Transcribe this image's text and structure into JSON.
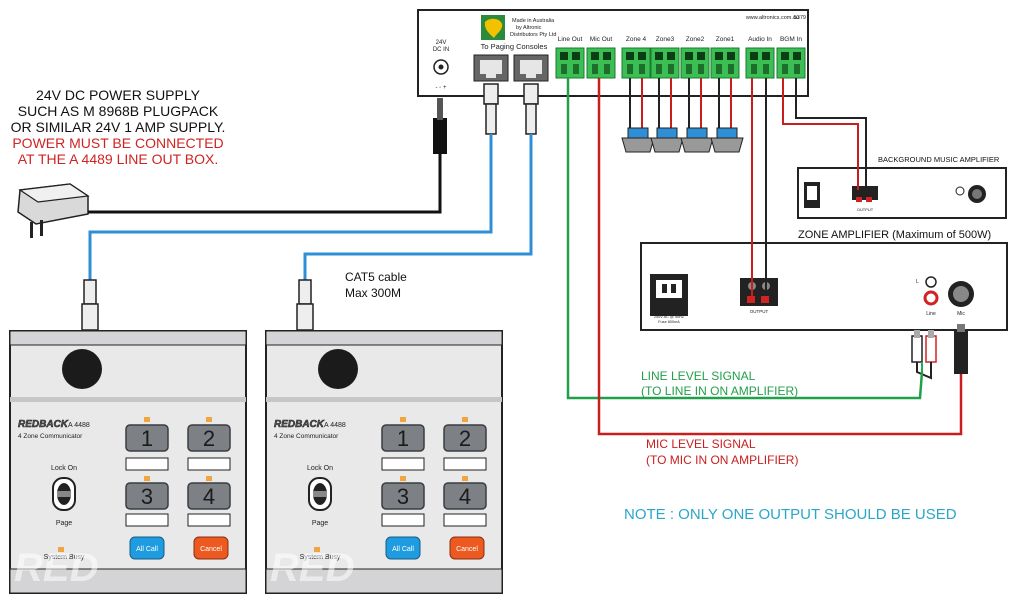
{
  "power_note": {
    "lines_black": [
      "24V DC POWER SUPPLY",
      "SUCH AS M 8968B PLUGPACK",
      "OR SIMILAR 24V 1 AMP SUPPLY."
    ],
    "lines_red": [
      "POWER MUST BE CONNECTED",
      "AT THE A 4489 LINE OUT BOX."
    ]
  },
  "line_out_box": {
    "dc_label_1": "24V",
    "dc_label_2": "DC IN",
    "made_in_1": "Made in Australia",
    "made_in_2": "by Altronic",
    "made_in_3": "Distributors Pty Ltd",
    "to_consoles": "To Paging Consoles",
    "website": "www.altronics.com.au",
    "model": "5379",
    "terminals": [
      "Line Out",
      "Mic Out",
      "Zone 4",
      "Zone3",
      "Zone2",
      "Zone1",
      "Audio In",
      "BGM In"
    ]
  },
  "cable_note": {
    "line1": "CAT5 cable",
    "line2": "Max 300M"
  },
  "bgm_amp": {
    "title": "BACKGROUND MUSIC AMPLIFIER",
    "output_label": "OUTPUT"
  },
  "zone_amp": {
    "title": "ZONE AMPLIFIER (Maximum of 500W)",
    "mains_label_1": "240V AC @ 50HZ",
    "mains_label_2": "Fuse 800mA",
    "output_label": "OUTPUT",
    "line_label": "Line",
    "mic_label": "Mic",
    "l_label": "L"
  },
  "signals": {
    "line_1": "LINE LEVEL SIGNAL",
    "line_2": "(TO LINE IN ON AMPLIFIER)",
    "mic_1": "MIC LEVEL SIGNAL",
    "mic_2": "(TO MIC IN ON AMPLIFIER)"
  },
  "note": "NOTE : ONLY ONE OUTPUT SHOULD BE USED",
  "communicators": [
    {
      "brand": "REDBACK",
      "model": "A 4488",
      "subtitle": "4 Zone Communicator",
      "lock_on": "Lock On",
      "page": "Page",
      "system_busy": "System Busy",
      "all_call": "All Call",
      "cancel": "Cancel",
      "keys": [
        "1",
        "2",
        "3",
        "4"
      ]
    },
    {
      "brand": "REDBACK",
      "model": "A 4488",
      "subtitle": "4 Zone Communicator",
      "lock_on": "Lock On",
      "page": "Page",
      "system_busy": "System Busy",
      "all_call": "All Call",
      "cancel": "Cancel",
      "keys": [
        "1",
        "2",
        "3",
        "4"
      ]
    }
  ],
  "colors": {
    "blue_cable": "#2f8fd6",
    "green_signal": "#21a04a",
    "red_signal": "#c81e1e",
    "note_color": "#2aa6c9"
  }
}
